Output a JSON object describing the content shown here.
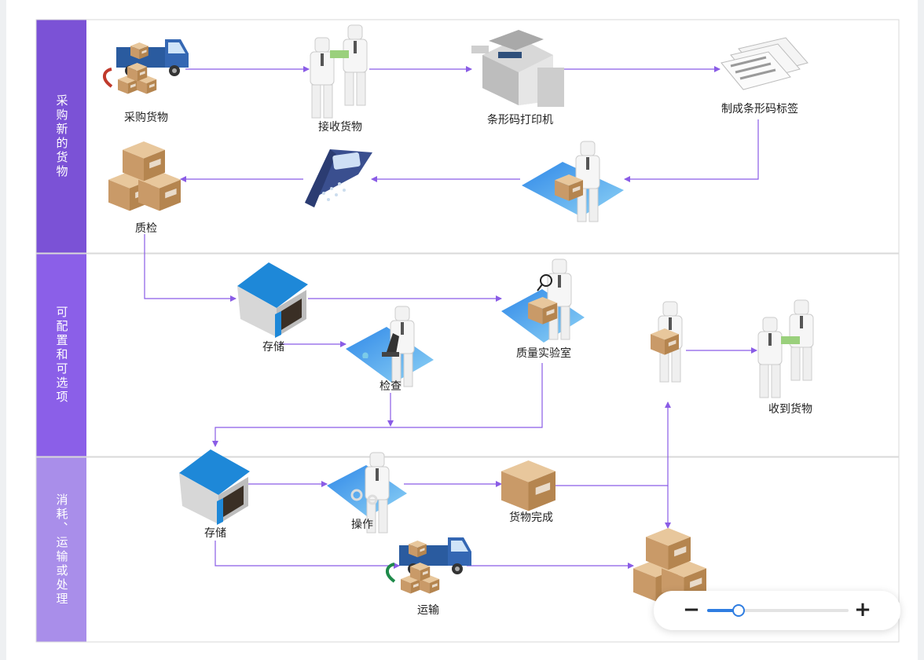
{
  "colors": {
    "lane1": "#7b52d6",
    "lane2": "#8b5fe8",
    "lane3": "#a98eea",
    "arrow": "#8a5ce6",
    "border": "#d9d9d9"
  },
  "lanes": [
    {
      "label": "采购新的货物"
    },
    {
      "label": "可配置和可选项"
    },
    {
      "label": "消耗、运输或处理"
    }
  ],
  "nodes": {
    "truck1": "采购货物",
    "receive1": "接收货物",
    "printer": "条形码打印机",
    "labels": "制成条形码标签",
    "qc": "质检",
    "storage1": "存储",
    "check": "检查",
    "lab": "质量实验室",
    "received2": "收到货物",
    "storage2": "存储",
    "operation": "操作",
    "goods_done": "货物完成",
    "transport": "运输"
  },
  "icons": {
    "truck": "truck-icon",
    "people": "people-icon",
    "printer": "printer-icon",
    "documents": "documents-icon",
    "boxes": "boxes-icon",
    "scanner": "scanner-icon",
    "warehouse": "warehouse-icon",
    "microscope": "microscope-icon",
    "box": "box-icon"
  },
  "zoom": {
    "minus": "−",
    "plus": "+",
    "level": 0.22
  }
}
